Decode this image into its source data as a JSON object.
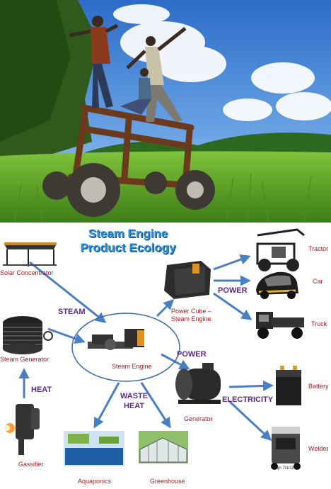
{
  "diagram": {
    "title_line1": "Steam Engine",
    "title_line2": "Product Ecology",
    "nodes": {
      "solar_concentrator": "Solar Concentrator",
      "steam_generator": "Steam Generator",
      "gassifier": "Gassifier",
      "steam_engine": "Steam Engine",
      "power_cube_line1": "Power Cube –",
      "power_cube_line2": "Steam Engine",
      "generator": "Generator",
      "aquaponics": "Aquaponics",
      "greenhouse": "Greenhouse",
      "tractor": "Tractor",
      "car": "Car",
      "truck": "Truck",
      "battery": "Battery",
      "welder": "Welder"
    },
    "flows": {
      "steam": "STEAM",
      "heat": "HEAT",
      "power_top": "POWER",
      "power_mid": "POWER",
      "waste_heat_line1": "WASTE",
      "waste_heat_line2": "HEAT",
      "electricity": "ELECTRICITY"
    },
    "credit": "mjn 7/1/11",
    "colors": {
      "arrow": "#4a7fc4",
      "label_red": "#c0141c",
      "flow_purple": "#5b2a86",
      "title_blue": "#2c8fd8"
    }
  }
}
